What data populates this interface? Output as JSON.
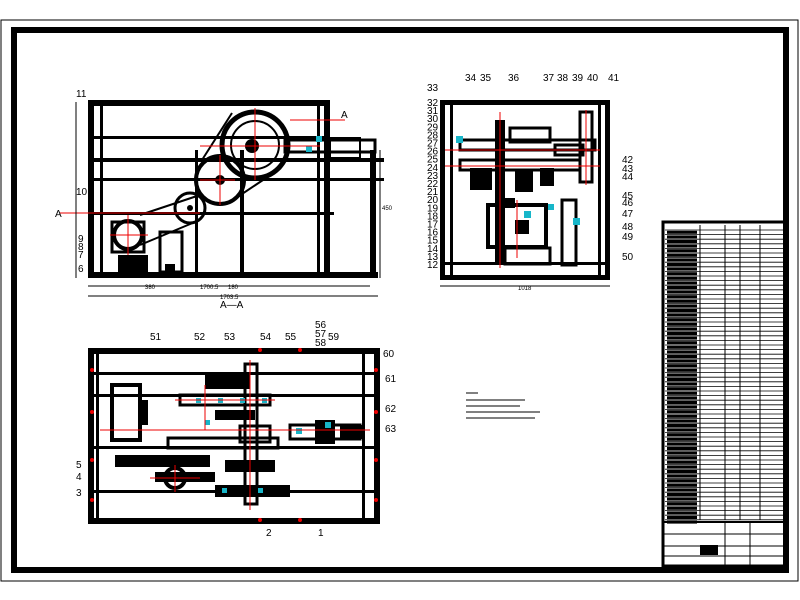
{
  "section_label": "A—A",
  "section_marker": "A",
  "front_view": {
    "label_11": "11",
    "label_10": "10",
    "label_9": "9",
    "label_8": "8",
    "label_7": "7",
    "label_6": "6",
    "dims": [
      "380",
      "1700.5",
      "180",
      "1703.5",
      "450"
    ]
  },
  "side_view": {
    "top_labels": [
      "33",
      "34",
      "35",
      "36",
      "37",
      "38",
      "39",
      "40",
      "41"
    ],
    "left_labels": [
      "32",
      "31",
      "30",
      "29",
      "28",
      "27",
      "26",
      "25",
      "24",
      "23",
      "22",
      "21",
      "20",
      "19",
      "18",
      "17",
      "16",
      "15",
      "14",
      "13",
      "12"
    ],
    "right_labels": [
      "42",
      "43",
      "44",
      "45",
      "46",
      "47",
      "48",
      "49",
      "50"
    ],
    "dim": "1018"
  },
  "plan_view": {
    "top_labels": [
      "51",
      "52",
      "53",
      "54",
      "55",
      "56",
      "57",
      "58",
      "59"
    ],
    "right_labels": [
      "60",
      "61",
      "62",
      "63"
    ],
    "left_labels": [
      "5",
      "4",
      "3"
    ],
    "bottom_labels": [
      "2",
      "1"
    ]
  },
  "colors": {
    "accent_red": "#e00000",
    "accent_cyan": "#17b6c9",
    "line": "#000000"
  }
}
